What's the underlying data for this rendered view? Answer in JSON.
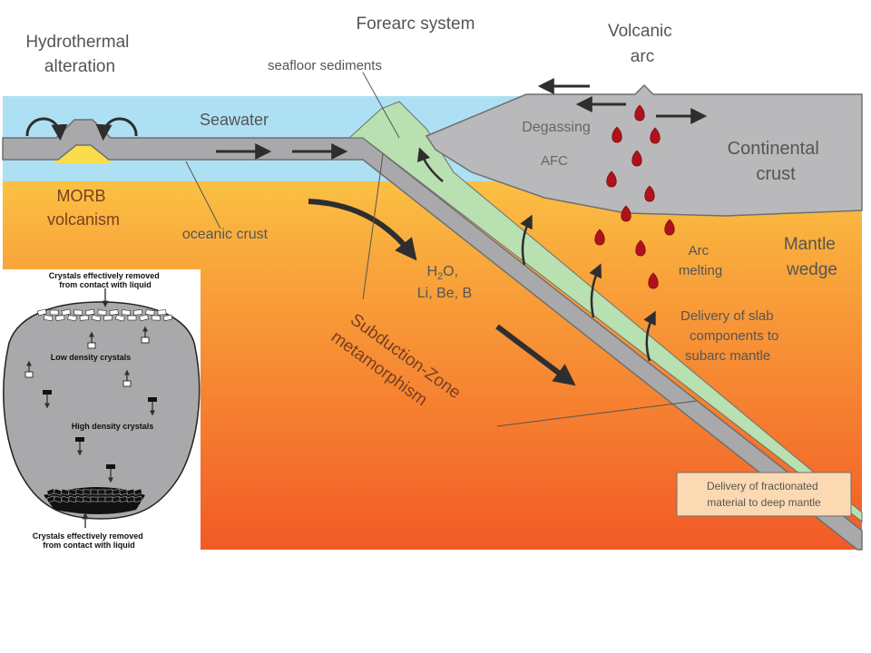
{
  "colors": {
    "seawater": "#aee0f3",
    "crust_grey": "#a9a9ab",
    "continent_grey": "#b9b9bb",
    "sediment_green": "#b8e0b0",
    "mantle_top": "#fbd64a",
    "mantle_bottom": "#f36428",
    "label_grey": "#555555",
    "label_brown": "#7a3e22",
    "droplet_red": "#b0121c",
    "arrow_dark": "#2e2e2e",
    "note_box": "#fbd9b3"
  },
  "labels": {
    "hydrothermal": [
      "Hydrothermal",
      "alteration"
    ],
    "forearc": "Forearc system",
    "volcanic_arc": [
      "Volcanic",
      "arc"
    ],
    "seafloor_sediments": "seafloor sediments",
    "seawater": "Seawater",
    "degassing": "Degassing",
    "afc": "AFC",
    "continental_crust": [
      "Continental",
      "crust"
    ],
    "morb": [
      "MORB",
      "volcanism"
    ],
    "oceanic_crust": "oceanic crust",
    "mantle_wedge": [
      "Mantle",
      "wedge"
    ],
    "arc_melting": [
      "Arc",
      "melting"
    ],
    "fluids": [
      "H2O,",
      "Li, Be, B"
    ],
    "subduction_zone": [
      "Subduction-Zone",
      "metamorphism"
    ],
    "delivery_slab": [
      "Delivery of slab",
      "components to",
      "subarc mantle"
    ],
    "delivery_fractionated": [
      "Delivery of fractionated",
      "material to deep mantle"
    ]
  },
  "inset": {
    "top_caption": [
      "Crystals effectively removed",
      "from contact with liquid"
    ],
    "low_density": "Low density crystals",
    "high_density": "High density crystals",
    "bottom_caption": [
      "Crystals effectively removed",
      "from contact with liquid"
    ]
  }
}
